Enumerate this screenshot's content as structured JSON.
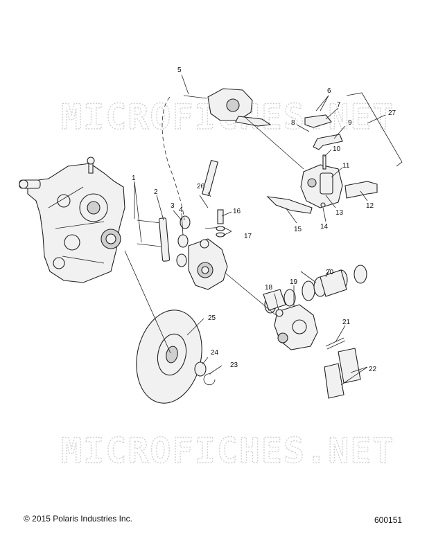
{
  "watermark": {
    "top_text": "MICROFICHES.NET",
    "bottom_text": "MICROFICHES.NET"
  },
  "callouts": [
    "1",
    "2",
    "3",
    "4",
    "5",
    "6",
    "7",
    "8",
    "9",
    "10",
    "11",
    "12",
    "13",
    "14",
    "15",
    "16",
    "17",
    "18",
    "19",
    "20",
    "21",
    "22",
    "23",
    "24",
    "25",
    "26",
    "27"
  ],
  "footer": {
    "copyright": "© 2015 Polaris Industries Inc.",
    "figure_id": "600151"
  }
}
